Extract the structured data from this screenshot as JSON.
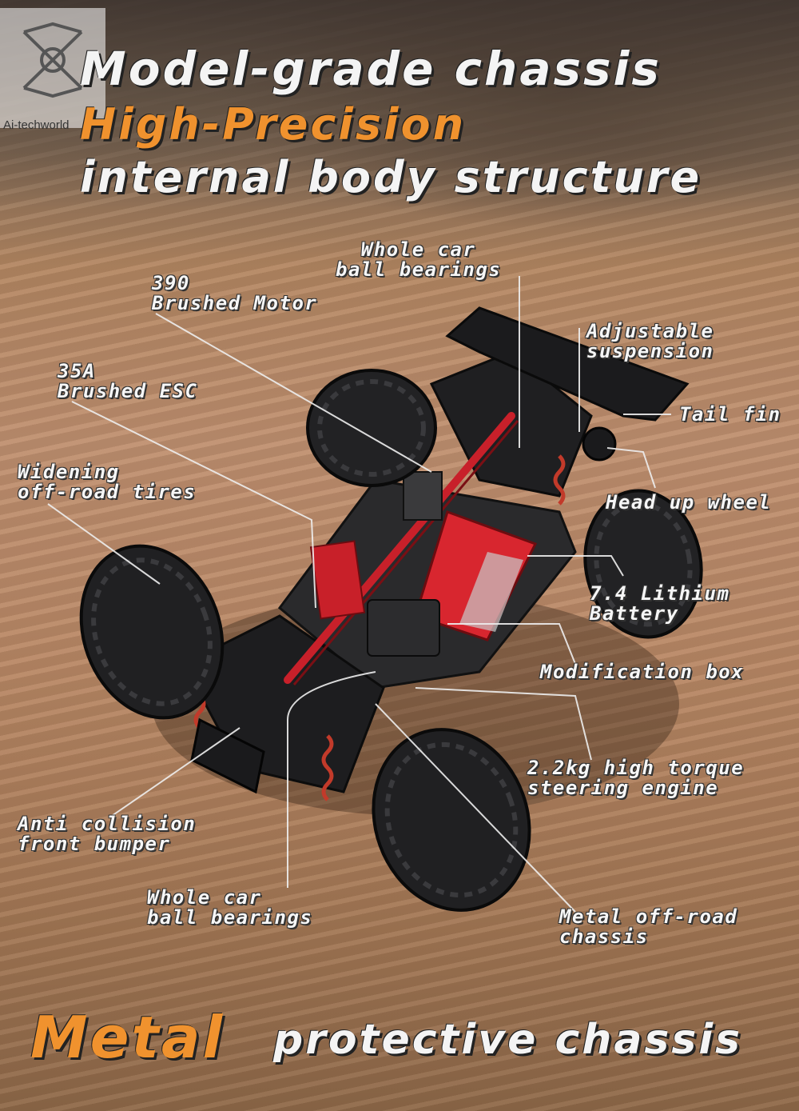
{
  "brand": {
    "logo_text": "Ai-techworld"
  },
  "headline": {
    "line1": "Model-grade chassis",
    "line2": "High-Precision",
    "line3": "internal body structure"
  },
  "footer": {
    "accent": "Metal",
    "rest": "protective chassis"
  },
  "callouts": {
    "whole_car_top": "Whole car\nball bearings",
    "motor": "390\nBrushed Motor",
    "esc": "35A\nBrushed ESC",
    "tires": "Widening\noff-road tires",
    "suspension": "Adjustable\nsuspension",
    "tail_fin": "Tail fin",
    "head_up": "Head up wheel",
    "battery": "7.4 Lithium\nBattery",
    "mod_box": "Modification box",
    "steering": "2.2kg high torque\nsteering engine",
    "bumper": "Anti collision\nfront bumper",
    "whole_car_bottom": "Whole car\nball bearings",
    "chassis": "Metal off-road\nchassis"
  },
  "colors": {
    "accent": "#f0922e",
    "text": "#f4f4f4",
    "chassis_red": "#c8202a"
  }
}
